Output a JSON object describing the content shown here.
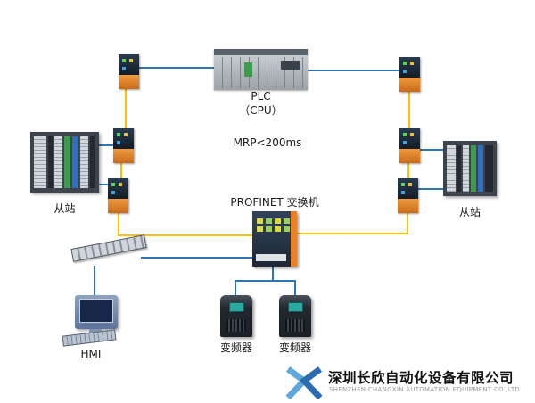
{
  "labels": {
    "plc": "PLC",
    "cpu": "（CPU）",
    "mrp": "MRP<200ms",
    "switch": "PROFINET 交换机",
    "slave_left": "从站",
    "slave_right": "从站",
    "hmi": "HMI",
    "drive1": "变频器",
    "drive2": "变频器"
  },
  "footer": {
    "company_cn": "深圳长欣自动化设备有限公司",
    "company_en": "SHENZHEN CHANGXIN AUTOMATION EQUIPMENT CO.,LTD"
  },
  "colors": {
    "ring": "#FFC000",
    "line": "#2E75B6",
    "logo_dark": "#2b6cb0",
    "logo_light": "#5fa8dc"
  }
}
